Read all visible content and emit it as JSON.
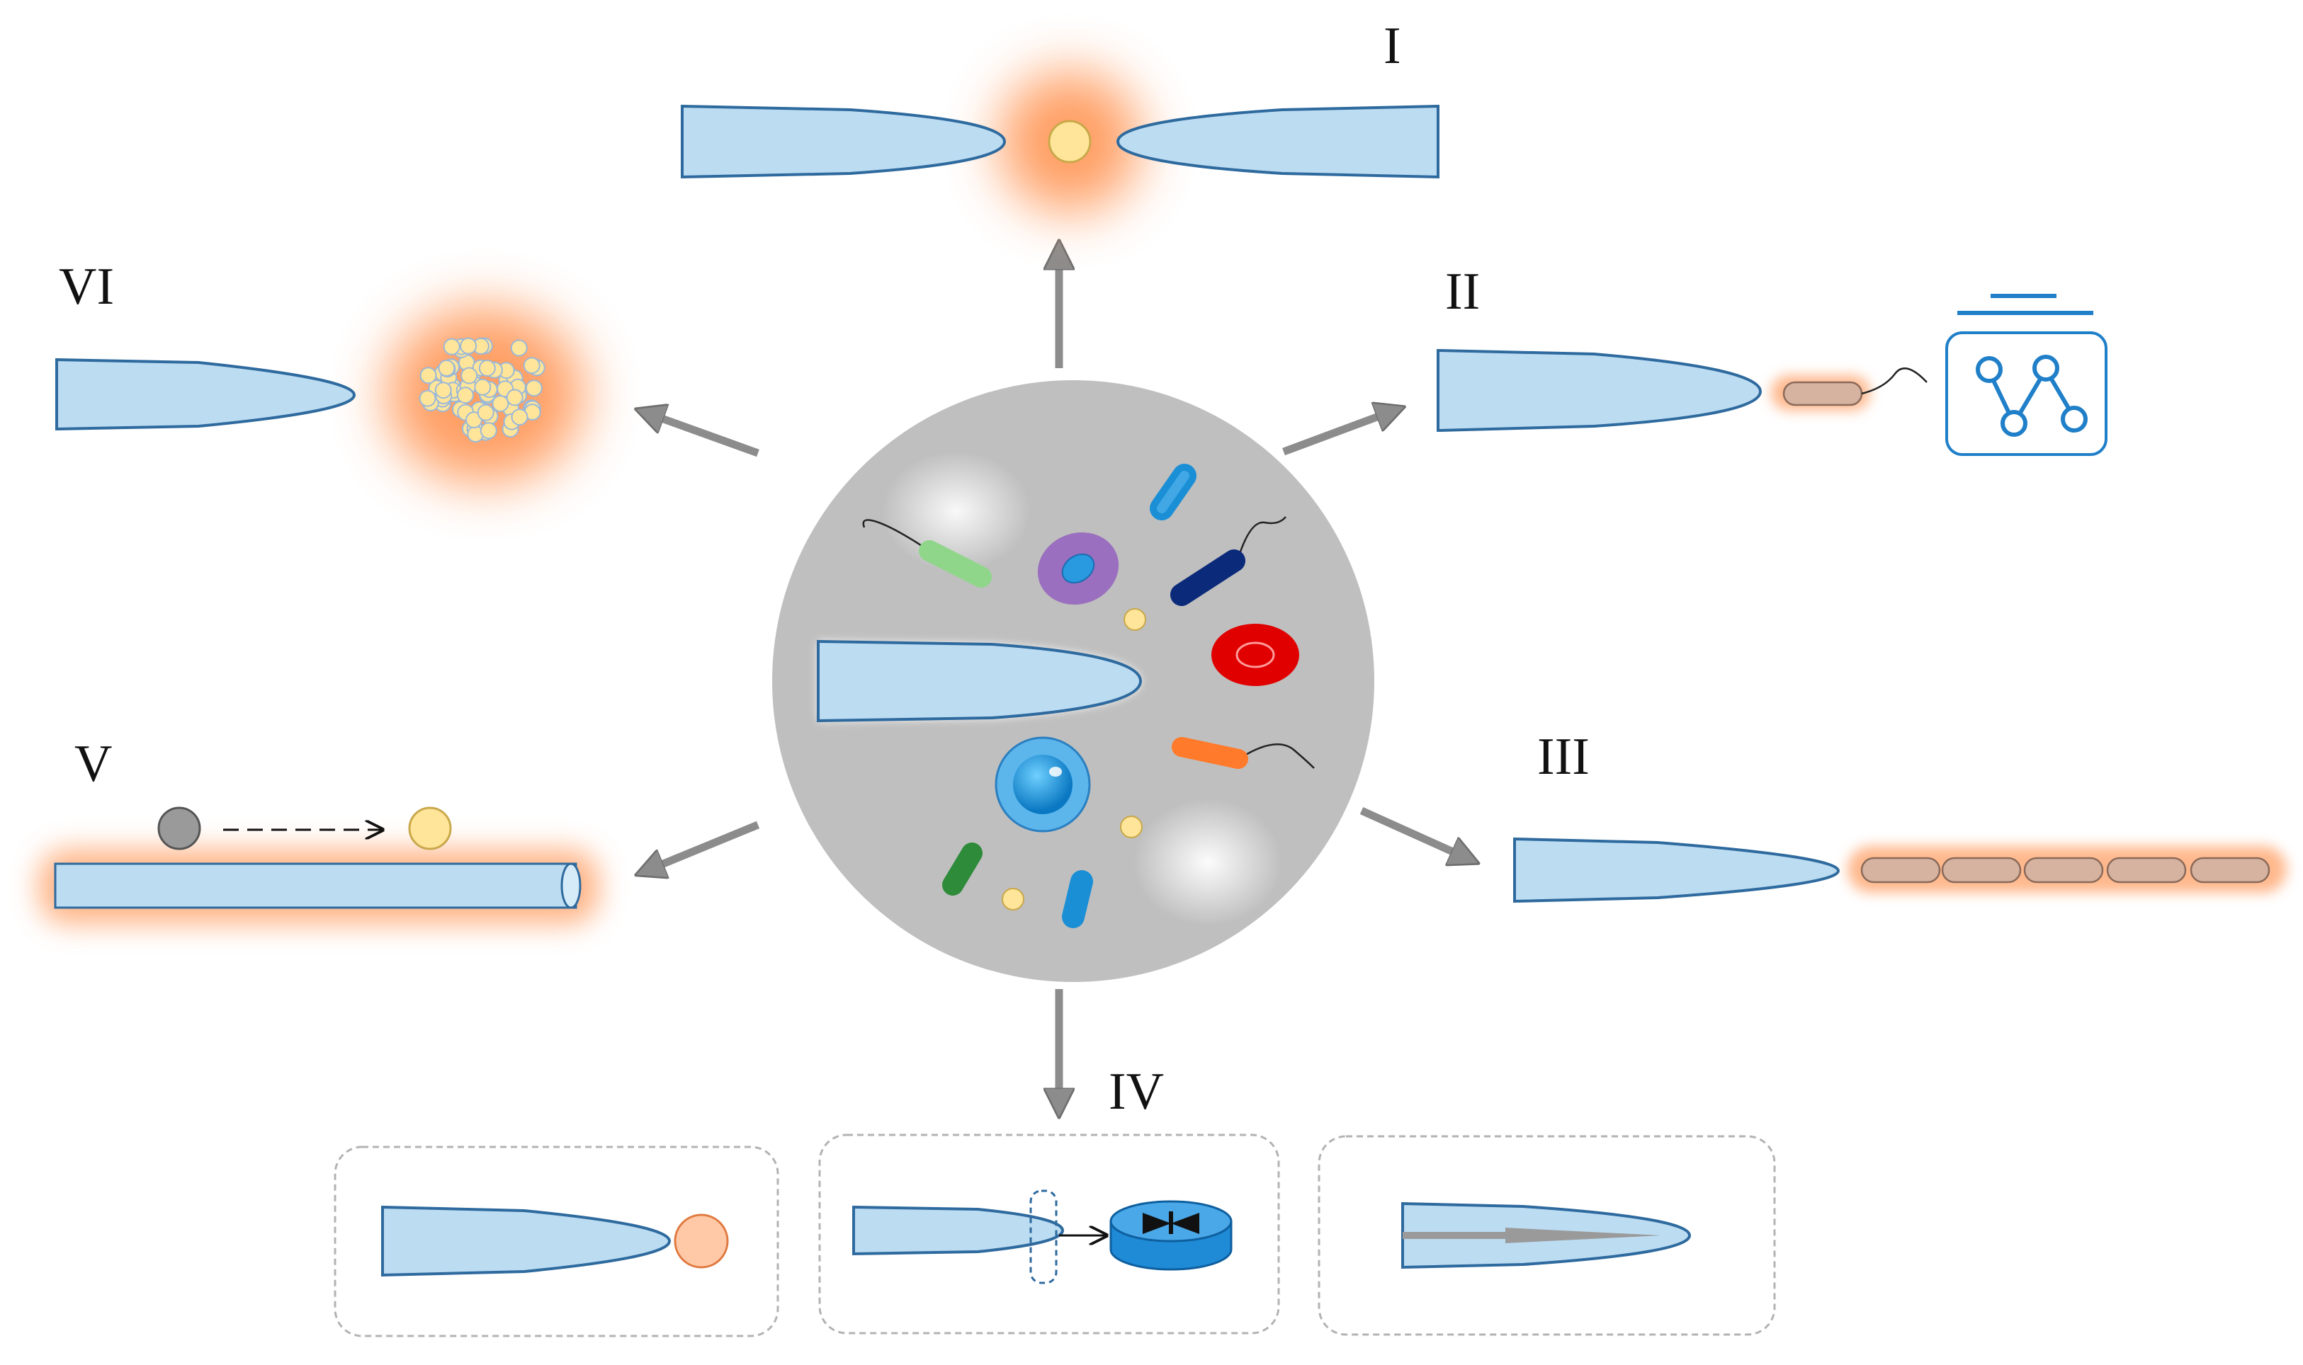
{
  "labels": {
    "i": "I",
    "ii": "II",
    "iii": "III",
    "iv": "IV",
    "v": "V",
    "vi": "VI"
  },
  "colors": {
    "fiber_fill": "#bcdcf2",
    "fiber_stroke": "#2e6a9e",
    "glow": "#ff9a5c",
    "sphere": "#bfbfbf",
    "arrow": "#8c8c8c",
    "particle_yellow": "#ffe59a",
    "particle_gray": "#9a9a9a",
    "bacterium_tan": "#d6b3a0",
    "red_cell": "#e00000",
    "purple_cell": "#9b6fbf",
    "blue_cell": "#1a8fd6",
    "orange_bacterium": "#ff7a2a",
    "green_bacterium": "#2e8b3a",
    "navy_bacterium": "#0b2a7a",
    "light_green_bacterium": "#8fd68a",
    "device_blue": "#1f8ad6",
    "dashed_box": "#b3b3b3"
  },
  "icons": {
    "network_icon": "network-graph-icon",
    "coupler_icon": "fiber-coupler-icon",
    "arrow_icon": "arrow-icon"
  }
}
